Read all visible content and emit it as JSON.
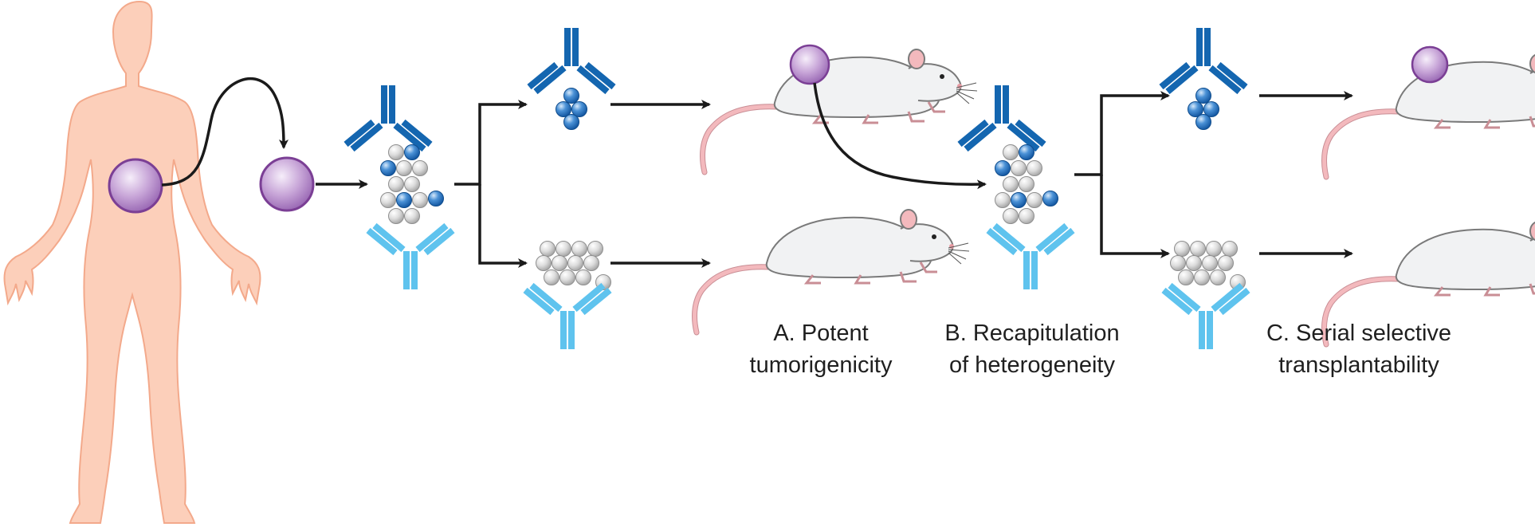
{
  "captions": {
    "a": {
      "line1": "A. Potent",
      "line2": "tumorigenicity"
    },
    "b": {
      "line1": "B. Recapitulation",
      "line2": "of heterogeneity"
    },
    "c": {
      "line1": "C. Serial selective",
      "line2": "transplantability"
    }
  },
  "colors": {
    "skin": "#fccfba",
    "skin_outline": "#f3a98b",
    "tumor_cell": "#b48ac7",
    "tumor_outline": "#7b3f95",
    "antibody_dark": "#1466b0",
    "antibody_light": "#5fc3ee",
    "marker_positive_cell": "#1e6fbf",
    "marker_negative_cell": "#c9c9c9",
    "mouse_body": "#f1f2f3",
    "mouse_tail": "#f3b9bd",
    "arrow": "#1a1a1a"
  },
  "icons": [
    "human-figure",
    "tumor-cell",
    "antibody-marker",
    "sorted-cell-cluster",
    "mouse",
    "flow-arrow"
  ]
}
